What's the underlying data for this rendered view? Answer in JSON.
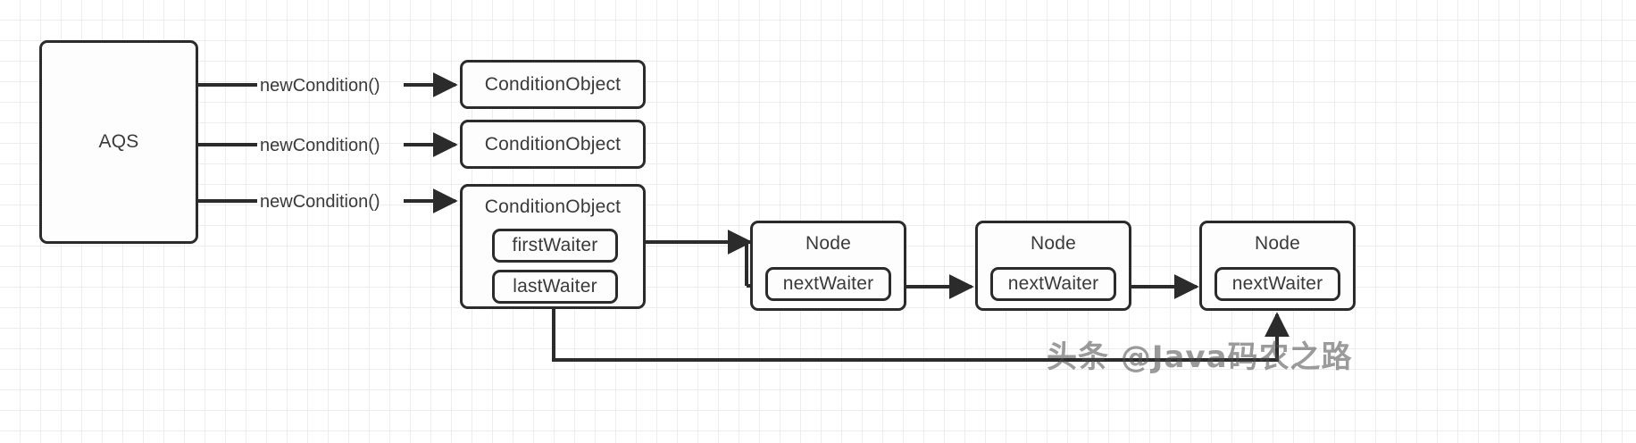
{
  "diagram": {
    "title": "AQS ConditionObject waiter queue",
    "stroke_color": "#2b2b2b",
    "fill_color": "#fdfdfd",
    "text_color": "#3a3a3a",
    "grid_color": "#ededed",
    "background": "#ffffff"
  },
  "aqs": {
    "label": "AQS"
  },
  "edges": [
    {
      "label": "newCondition()"
    },
    {
      "label": "newCondition()"
    },
    {
      "label": "newCondition()"
    }
  ],
  "conditions": [
    {
      "title": "ConditionObject",
      "fields": []
    },
    {
      "title": "ConditionObject",
      "fields": []
    },
    {
      "title": "ConditionObject",
      "fields": [
        {
          "label": "firstWaiter"
        },
        {
          "label": "lastWaiter"
        }
      ]
    }
  ],
  "nodes": [
    {
      "title": "Node",
      "field": "nextWaiter"
    },
    {
      "title": "Node",
      "field": "nextWaiter"
    },
    {
      "title": "Node",
      "field": "nextWaiter"
    }
  ],
  "watermark": {
    "text": "头条 @Java码农之路"
  }
}
